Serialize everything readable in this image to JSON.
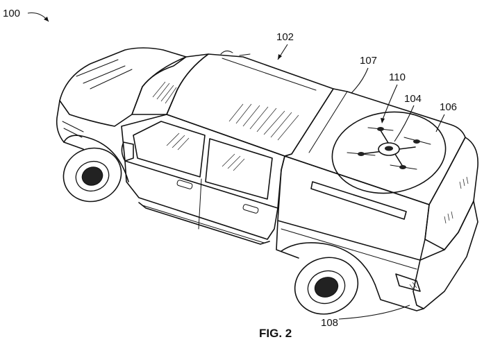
{
  "figure": {
    "label": "FIG. 2"
  },
  "reference_numerals": {
    "assembly": "100",
    "vehicle": "102",
    "drone": "104",
    "bed_cover": "106",
    "landing_pad": "107",
    "rotor": "110",
    "bumper": "108"
  }
}
